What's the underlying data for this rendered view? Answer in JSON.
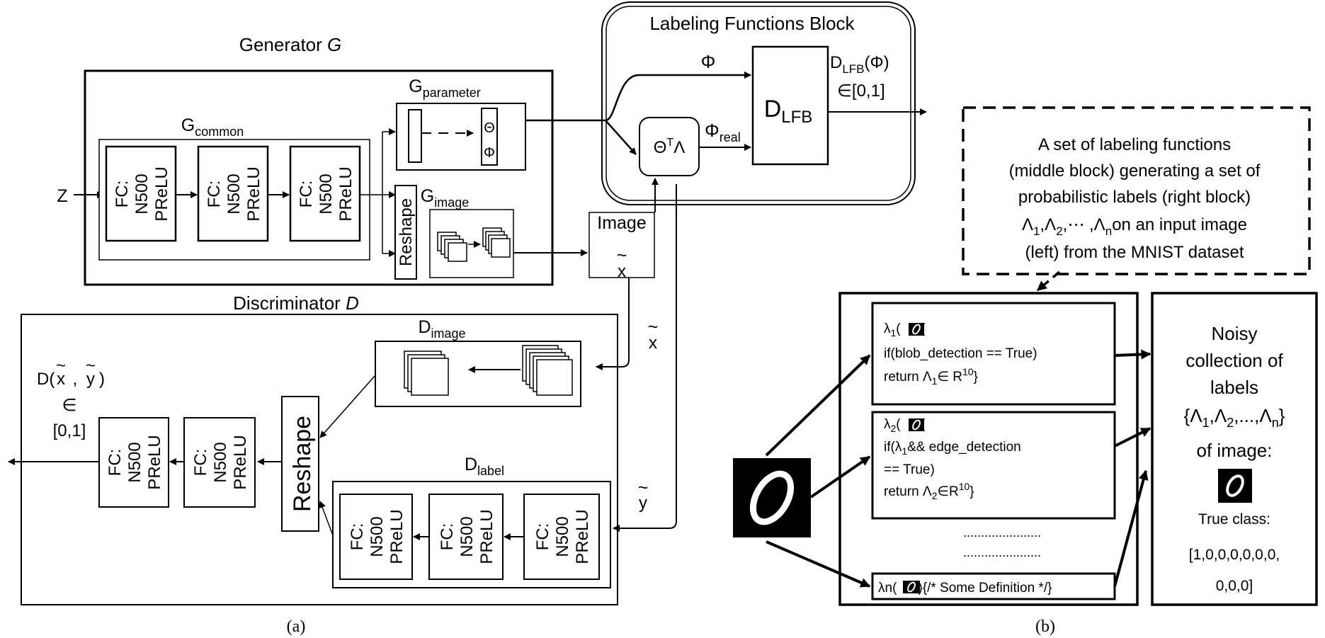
{
  "generator": {
    "title": "Generator G",
    "title_main": "Generator ",
    "title_var": "G",
    "input": "Z",
    "common": {
      "base": "G",
      "sub": "common"
    },
    "fc_layers": [
      {
        "line1": "FC:",
        "line2": "N500",
        "line3": "PReLU"
      },
      {
        "line1": "FC:",
        "line2": "N500",
        "line3": "PReLU"
      },
      {
        "line1": "FC:",
        "line2": "N500",
        "line3": "PReLU"
      }
    ],
    "parameter": {
      "base": "G",
      "sub": "parameter",
      "theta": "Θ",
      "phi": "Φ"
    },
    "image_branch": {
      "base": "G",
      "sub": "image",
      "reshape": "Reshape"
    },
    "output_image": {
      "label": "Image",
      "var": "x",
      "tilde": "~"
    }
  },
  "labeling_block": {
    "title": "Labeling Functions Block",
    "phi": "Φ",
    "phi_real": {
      "base": "Φ",
      "sub": "real"
    },
    "combiner": {
      "theta": "Θ",
      "sup": "T",
      "lambda": "Λ"
    },
    "dlfb": {
      "base": "D",
      "sub": "LFB"
    },
    "output": {
      "base": "D",
      "sub": "LFB",
      "arg": "(Φ)",
      "range": "∈[0,1]"
    }
  },
  "discriminator": {
    "title": "Discriminator D",
    "title_main": "Discriminator ",
    "title_var": "D",
    "image_branch": {
      "base": "D",
      "sub": "image"
    },
    "label_branch": {
      "base": "D",
      "sub": "label"
    },
    "input_x": {
      "var": "x",
      "tilde": "~"
    },
    "input_y": {
      "var": "y",
      "tilde": "~"
    },
    "reshape": "Reshape",
    "fc_layers": [
      {
        "line1": "FC:",
        "line2": "N500",
        "line3": "PReLU"
      },
      {
        "line1": "FC:",
        "line2": "N500",
        "line3": "PReLU"
      }
    ],
    "label_fc_layers": [
      {
        "line1": "FC:",
        "line2": "N500",
        "line3": "PReLU"
      },
      {
        "line1": "FC:",
        "line2": "N500",
        "line3": "PReLU"
      },
      {
        "line1": "FC:",
        "line2": "N500",
        "line3": "PReLU"
      }
    ],
    "output": {
      "prefix": "D(",
      "x": "x",
      "comma": ",",
      "y": "y",
      "suffix": ")",
      "tilde": "~",
      "member": "∈",
      "range": "[0,1]"
    }
  },
  "callout": {
    "lines": [
      "A set of labeling functions",
      "(middle block) generating a set of",
      "probabilistic labels (right block)",
      "(left) from the MNIST dataset"
    ],
    "line4": {
      "l1": "Λ",
      "s1": "1",
      "c1": ",Λ",
      "s2": "2",
      "mid": ",⋯ ,Λ",
      "sn": "n",
      "tail": "on an input image"
    }
  },
  "lf_panel": {
    "lf1": {
      "head": {
        "lam": "λ",
        "sub": "1",
        "open": "(",
        "close": "){"
      },
      "line2": "if(blob_detection == True)",
      "line3": {
        "pre": "return Λ",
        "sub": "1",
        "mid": "∈ R",
        "sup": "10",
        "end": "}"
      }
    },
    "lf2": {
      "head": {
        "lam": "λ",
        "sub": "2",
        "open": "(",
        "close": "){"
      },
      "line2": {
        "pre": "if(λ",
        "sub": "1",
        "post": "&& edge_detection"
      },
      "line3": "== True)",
      "line4": {
        "pre": "return Λ",
        "sub": "2",
        "mid": "∈R",
        "sup": "10",
        "end": "}"
      }
    },
    "dots": [
      "......................",
      "......................",
      "......................"
    ],
    "lfn": {
      "pre": "λn(",
      "post": "){/* Some Definition */}"
    }
  },
  "labels_panel": {
    "line1": "Noisy",
    "line2": "collection of",
    "line3": "labels",
    "set": {
      "open": "{Λ",
      "s1": "1",
      "c1": ",Λ",
      "s2": "2",
      "mid": ",...,Λ",
      "sn": "n",
      "close": "}"
    },
    "line5": "of image:",
    "true_class_label": "True class:",
    "true_class_line1": "[1,0,0,0,0,0,0,",
    "true_class_line2": "0,0,0]"
  },
  "captions": {
    "a": "(a)",
    "b": "(b)"
  }
}
